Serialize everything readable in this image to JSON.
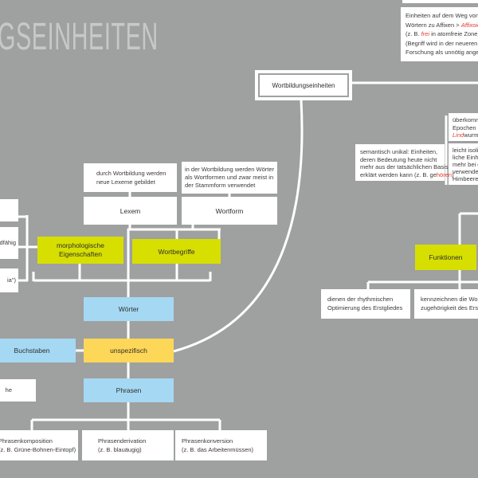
{
  "title": "GSEINHEITEN",
  "colors": {
    "background": "#9fa0a0",
    "box_white": "#ffffff",
    "box_green": "#d6df00",
    "box_blue": "#a5d8f3",
    "box_yellow": "#fdd757",
    "accent_red": "#e23b2e",
    "connector": "#ffffff",
    "title_gray": "#c8c8c8"
  },
  "root": {
    "label": "Wortbildungseinheiten"
  },
  "notes": {
    "affixoide": {
      "l1": "Einheiten auf dem Weg von",
      "l2a": "Wörtern zu Affixen > ",
      "l2b": "Affixoide",
      "l3a": "(z. B. ",
      "l3b": "frei",
      "l3c": " in atomfreie Zone)",
      "l4": "(Begriff wird in der neueren",
      "l5": "Forschung als unnötig angeseh"
    },
    "ueberkommen": {
      "l1": "überkomm",
      "l2": "Epochen (z",
      "l3a": "Lind",
      "l3b": "wurm("
    },
    "leicht": {
      "l1": "leicht isolie",
      "l2": "liche Einhe",
      "l3": "mehr bei d",
      "l4": "verwendet",
      "l5": "Himbeere)"
    },
    "semantisch": {
      "l1": "semantisch unikal: Einheiten,",
      "l2": "deren Bedeutung heute nicht",
      "l3": "mehr aus der tatsächlichen Basis",
      "l4a": "erklärt werden kann (z. B. ge",
      "l4b": "hören",
      "l4c": ")"
    },
    "durch_wortbildung": {
      "l1": "durch Wortbildung werden",
      "l2": "neue Lexeme gebildet"
    },
    "in_der_wortbildung": {
      "l1": "in der Wortbildung werden Wörter",
      "l2": "als Wortformen und zwar meist in",
      "l3": "der Stammform verwendet"
    },
    "dienen": {
      "l1": "dienen der rhythmischen",
      "l2": "Optimierung des Erstgliedes"
    },
    "kennzeichnen": {
      "l1": "kennzeichnen die Worta",
      "l2": "zugehörigkeit des Erstgli"
    },
    "phrasenkomposition": {
      "l1": "Phrasenkomposition",
      "l2": "(z. B. Grüne-Bohnen-Eintopf)"
    },
    "phrasenderivation": {
      "l1": "Phrasenderivation",
      "l2": "(z. B. blauäugig)"
    },
    "phrasenkonversion": {
      "l1": "Phrasenkonversion",
      "l2": "(z. B. das Arbeitenmüssen)"
    }
  },
  "nodes": {
    "lexem": "Lexem",
    "wortform": "Wortform",
    "morphologische": {
      "l1": "morphologische",
      "l2": "Eigenschaften"
    },
    "wortbegriffe": "Wortbegriffe",
    "funktionen": "Funktionen",
    "woerter": "Wörter",
    "buchstaben": "Buchstaben",
    "unspezifisch": "unspezifisch",
    "phrasen": "Phrasen"
  },
  "fragments": {
    "left_mid": "edfähig",
    "left_low": "ia\")",
    "left_lower": "he"
  }
}
